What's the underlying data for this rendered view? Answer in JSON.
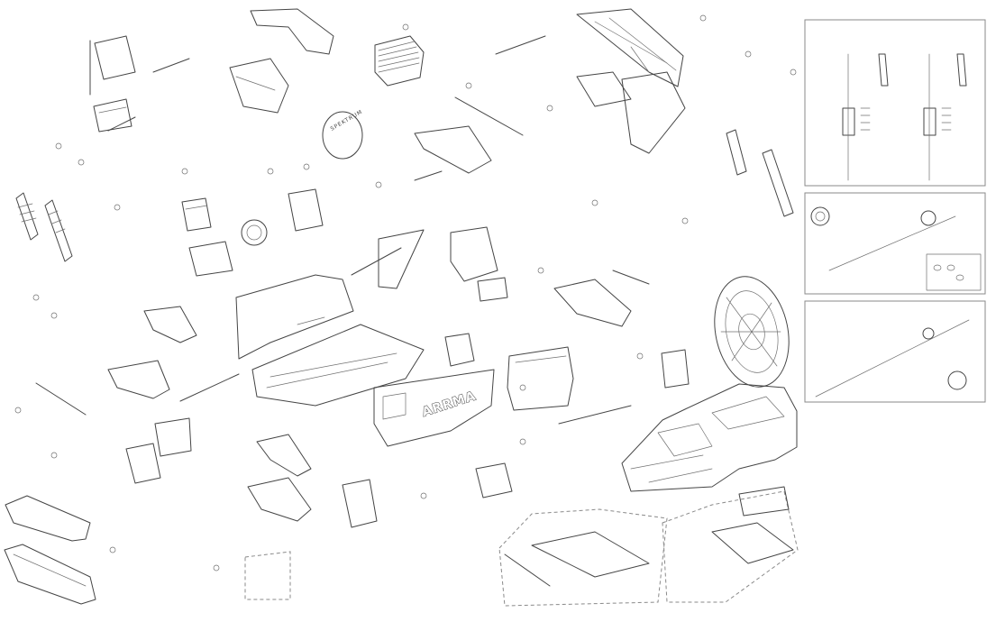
{
  "diagram": {
    "side_panels": 3
  },
  "labels": {
    "bumper_brand": "ARRMA",
    "motor_brand": "SPEKTRUM"
  }
}
